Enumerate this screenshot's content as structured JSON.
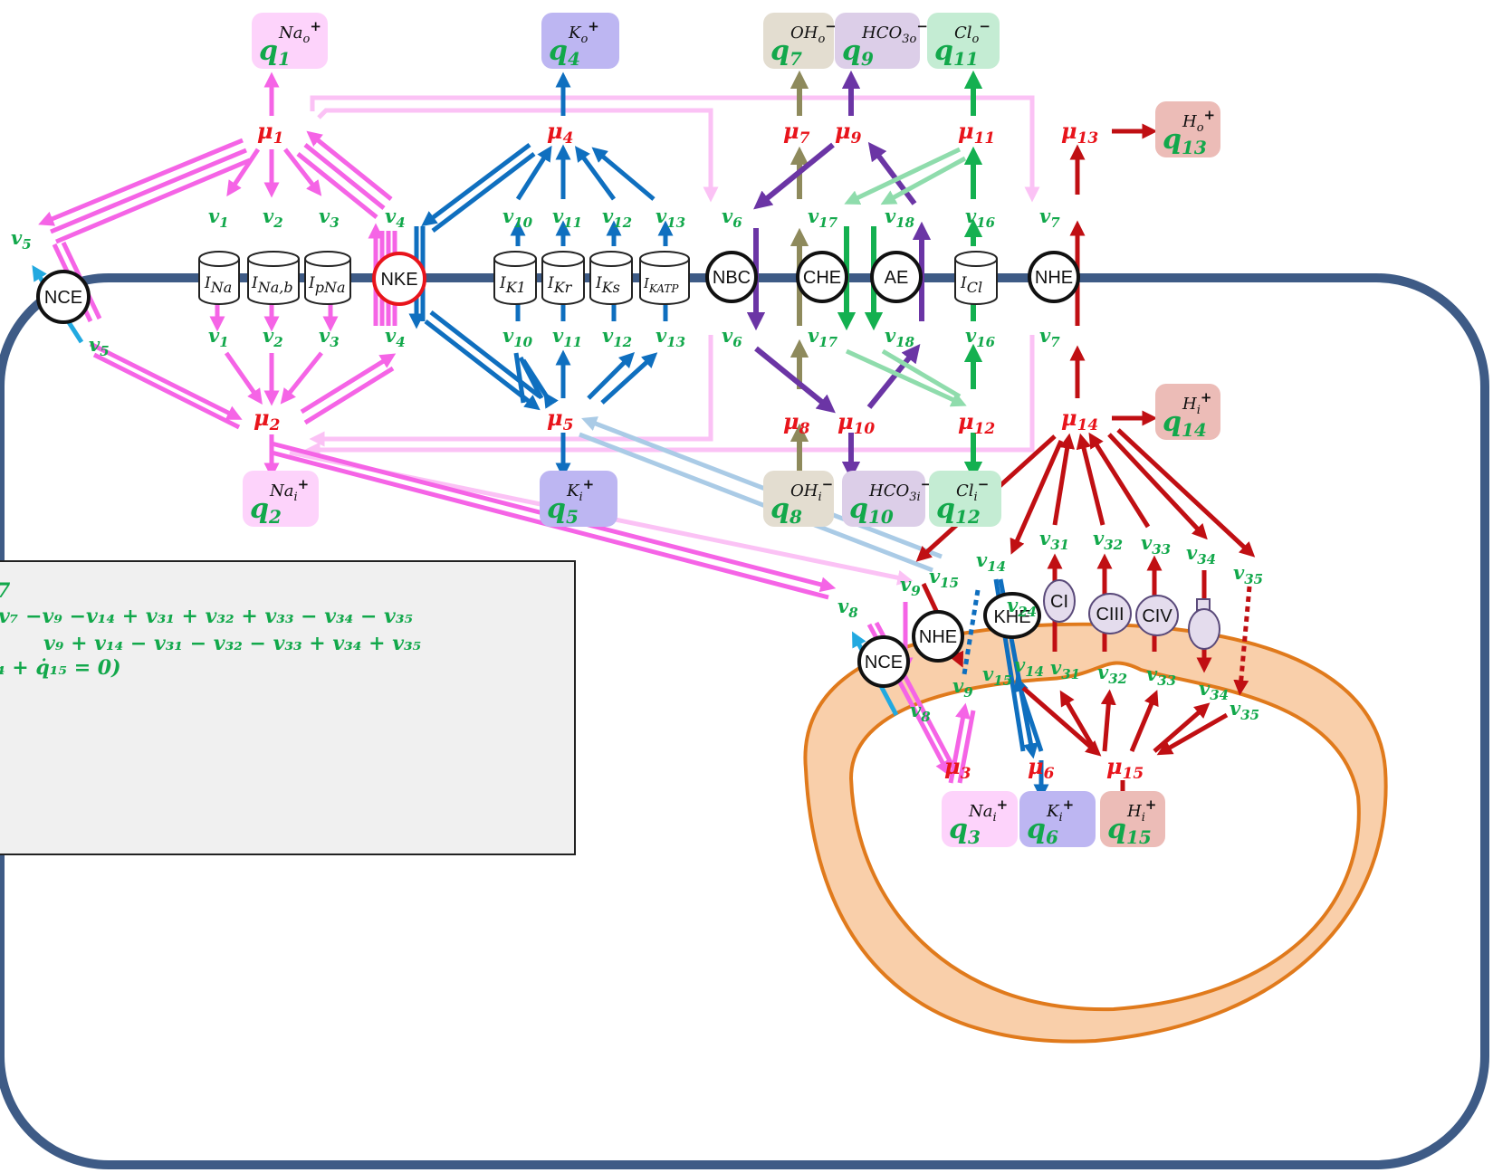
{
  "colors": {
    "sodium": "#f564e6",
    "sodium_light": "#fbc2f5",
    "potassium": "#0f6fbf",
    "potassium_light": "#aacbe6",
    "proton": "#c00f13",
    "hydroxide": "#8e8a5c",
    "bicarbonate": "#6b35a5",
    "chloride": "#14b050",
    "chloride_light": "#8fdcac",
    "mu_red": "#e8141b",
    "flux_green": "#12a84b",
    "membrane": "#3e5b86",
    "mito_fill": "#f9cfaa",
    "mito_stroke": "#e07a1c"
  },
  "icons": [
    "cylinder-channel-icon",
    "circle-exchanger-icon",
    "mito-complex-ellipse-icon",
    "atp-synthase-flask-icon",
    "arrow-icon"
  ],
  "pools": {
    "mu1": {
      "main": "μ",
      "sub": "1"
    },
    "mu2": {
      "main": "μ",
      "sub": "2"
    },
    "mu3": {
      "main": "μ",
      "sub": "3"
    },
    "mu4": {
      "main": "μ",
      "sub": "4"
    },
    "mu5": {
      "main": "μ",
      "sub": "5"
    },
    "mu6": {
      "main": "μ",
      "sub": "6"
    },
    "mu7": {
      "main": "μ",
      "sub": "7"
    },
    "mu8": {
      "main": "μ",
      "sub": "8"
    },
    "mu9": {
      "main": "μ",
      "sub": "9"
    },
    "mu10": {
      "main": "μ",
      "sub": "10"
    },
    "mu11": {
      "main": "μ",
      "sub": "11"
    },
    "mu12": {
      "main": "μ",
      "sub": "12"
    },
    "mu13": {
      "main": "μ",
      "sub": "13"
    },
    "mu14": {
      "main": "μ",
      "sub": "14"
    },
    "mu15": {
      "main": "μ",
      "sub": "15"
    }
  },
  "q": {
    "q1": {
      "sub": "1",
      "sup": "Na",
      "supsub": "o",
      "charge": "+"
    },
    "q2": {
      "sub": "2",
      "sup": "Na",
      "supsub": "i",
      "charge": "+"
    },
    "q3": {
      "sub": "3",
      "sup": "Na",
      "supsub": "i",
      "charge": "+"
    },
    "q4": {
      "sub": "4",
      "sup": "K",
      "supsub": "o",
      "charge": "+"
    },
    "q5": {
      "sub": "5",
      "sup": "K",
      "supsub": "i",
      "charge": "+"
    },
    "q6": {
      "sub": "6",
      "sup": "K",
      "supsub": "i",
      "charge": "+"
    },
    "q7": {
      "sub": "7",
      "sup": "OH",
      "supsub": "o",
      "charge": "−"
    },
    "q8": {
      "sub": "8",
      "sup": "OH",
      "supsub": "i",
      "charge": "−"
    },
    "q9": {
      "sub": "9",
      "sup": "HCO",
      "supsub": "3o",
      "charge": "−"
    },
    "q10": {
      "sub": "10",
      "sup": "HCO",
      "supsub": "3i",
      "charge": "−"
    },
    "q11": {
      "sub": "11",
      "sup": "Cl",
      "supsub": "o",
      "charge": "−"
    },
    "q12": {
      "sub": "12",
      "sup": "Cl",
      "supsub": "i",
      "charge": "−"
    },
    "q13": {
      "sub": "13",
      "sup": "H",
      "supsub": "o",
      "charge": "+"
    },
    "q14": {
      "sub": "14",
      "sup": "H",
      "supsub": "i",
      "charge": "+"
    },
    "q15": {
      "sub": "15",
      "sup": "H",
      "supsub": "i",
      "charge": "+"
    }
  },
  "q_symbol": "q",
  "flux_symbol": "v",
  "transporters": {
    "nce": "NCE",
    "nke": "NKE",
    "nbc": "NBC",
    "che": "CHE",
    "ae": "AE",
    "nhe": "NHE",
    "nhe_mito": "NHE",
    "nce_mito": "NCE",
    "khe": "KHE",
    "ci": "CI",
    "ciii": "CIII",
    "civ": "CIV"
  },
  "channels": {
    "ina": {
      "main": "I",
      "sub": "Na"
    },
    "inab": {
      "main": "I",
      "sub": "Na,b"
    },
    "ipna": {
      "main": "I",
      "sub": "pNa"
    },
    "ik1": {
      "main": "I",
      "sub": "K1"
    },
    "ikr": {
      "main": "I",
      "sub": "Kr"
    },
    "iks": {
      "main": "I",
      "sub": "Ks"
    },
    "ikatp": {
      "main": "I",
      "sub": "KATP"
    },
    "icl": {
      "main": "I",
      "sub": "Cl"
    }
  },
  "equations": {
    "line0": "7",
    "line1": "v₇ −v₉ −v₁₄ + v₃₁ + v₃₂ + v₃₃ − v₃₄ − v₃₅",
    "line2": "v₉ + v₁₄ − v₃₁ − v₃₂ − v₃₃ + v₃₄ + v₃₅",
    "line3": "₄ + q̇₁₅ = 0)"
  }
}
